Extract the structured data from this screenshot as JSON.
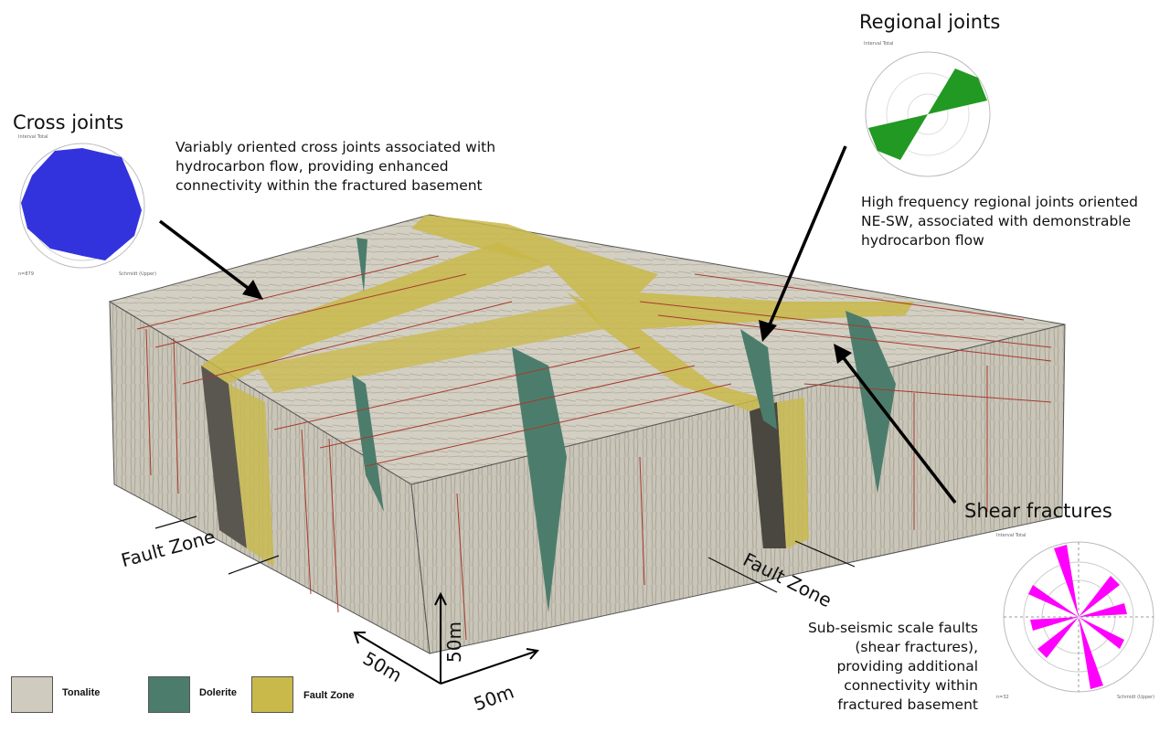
{
  "cross_joints": {
    "title": "Cross joints",
    "description": "Variably oriented cross joints associated with hydrocarbon flow, providing enhanced connectivity within the fractured basement",
    "stereonet": {
      "header": "Interval Total",
      "count": "n=879",
      "projection": "Schmidt (Upper)",
      "color": "#3333dd"
    }
  },
  "regional_joints": {
    "title": "Regional joints",
    "description": "High frequency regional joints oriented NE-SW, associated with demonstrable hydrocarbon flow",
    "stereonet": {
      "header": "Interval Total",
      "color": "#229922"
    }
  },
  "shear_fractures": {
    "title": "Shear fractures",
    "description": "Sub-seismic scale faults (shear fractures), providing additional connectivity within fractured basement",
    "stereonet": {
      "header": "Interval Total",
      "count": "n=32",
      "projection": "Schmidt (Upper)",
      "color": "#ff00ff"
    }
  },
  "block": {
    "fault_zone_left": "Fault Zone",
    "fault_zone_right": "Fault Zone",
    "scale_vertical": "50m",
    "scale_left": "50m",
    "scale_right": "50m"
  },
  "legend": {
    "items": [
      {
        "label": "Tonalite",
        "color": "#cfcbbf"
      },
      {
        "label": "Dolerite",
        "color": "#4c7d6c"
      },
      {
        "label": "Fault Zone",
        "color": "#c9b94a"
      }
    ]
  }
}
